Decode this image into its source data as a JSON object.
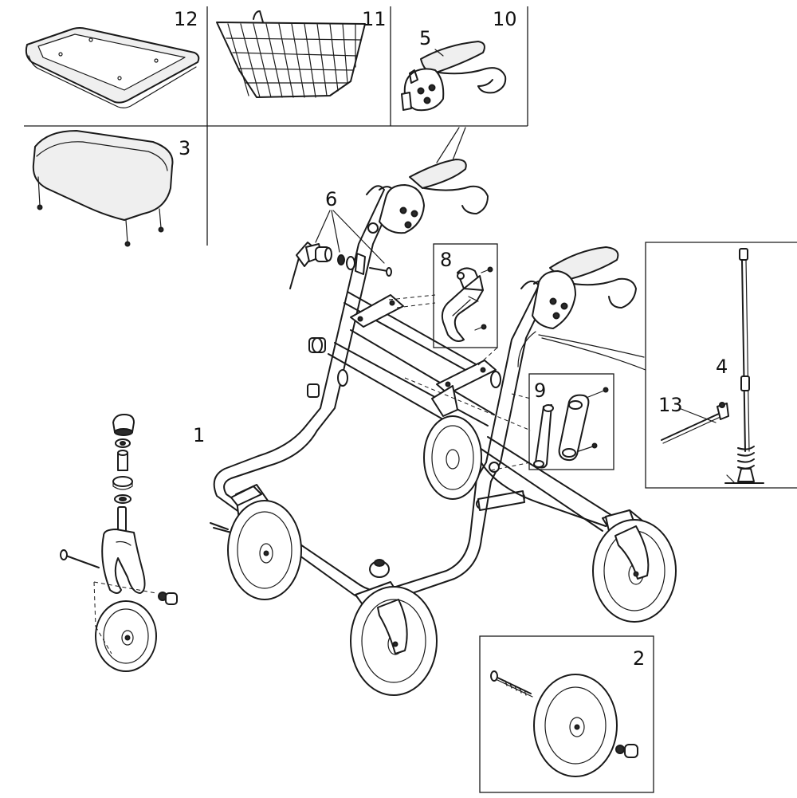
{
  "callouts": {
    "c1": "1",
    "c2": "2",
    "c3": "3",
    "c4": "4",
    "c5": "5",
    "c6": "6",
    "c8": "8",
    "c9": "9",
    "c10": "10",
    "c11": "11",
    "c12": "12",
    "c13": "13"
  },
  "colors": {
    "line": "#1a1a1a",
    "background": "#ffffff",
    "shade": "#efefef"
  }
}
